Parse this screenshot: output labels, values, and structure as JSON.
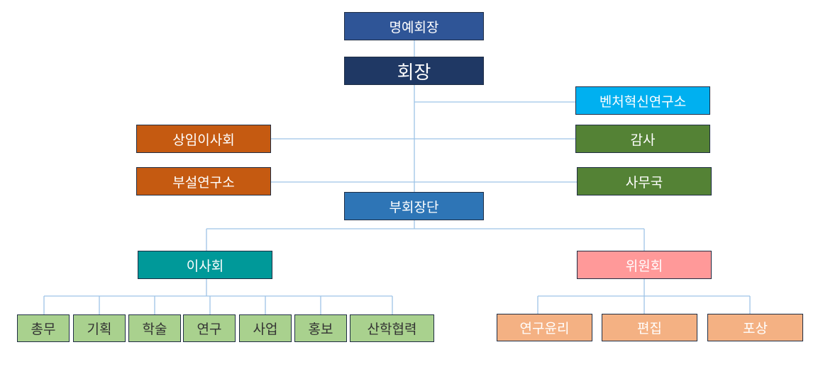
{
  "org_chart": {
    "honorary_chairman": "명예회장",
    "chairman": "회장",
    "venture_institute": "벤처혁신연구소",
    "standing_board": "상임이사회",
    "audit": "감사",
    "affiliated_institute": "부설연구소",
    "secretariat": "사무국",
    "vice_chairmen": "부회장단",
    "board": {
      "label": "이사회",
      "divisions": [
        "총무",
        "기획",
        "학술",
        "연구",
        "사업",
        "홍보",
        "산학협력"
      ]
    },
    "committee": {
      "label": "위원회",
      "divisions": [
        "연구윤리",
        "편집",
        "포상"
      ]
    }
  },
  "colors": {
    "honorary": "#2f5597",
    "chairman": "#1f3864",
    "venture": "#00b0f0",
    "orange": "#c55a11",
    "green": "#548235",
    "vice": "#2e75b6",
    "board": "#009999",
    "committee": "#ff9999",
    "board_divisions": "#a9d18e",
    "committee_divisions": "#f4b183",
    "connector": "#9dc3e6"
  }
}
